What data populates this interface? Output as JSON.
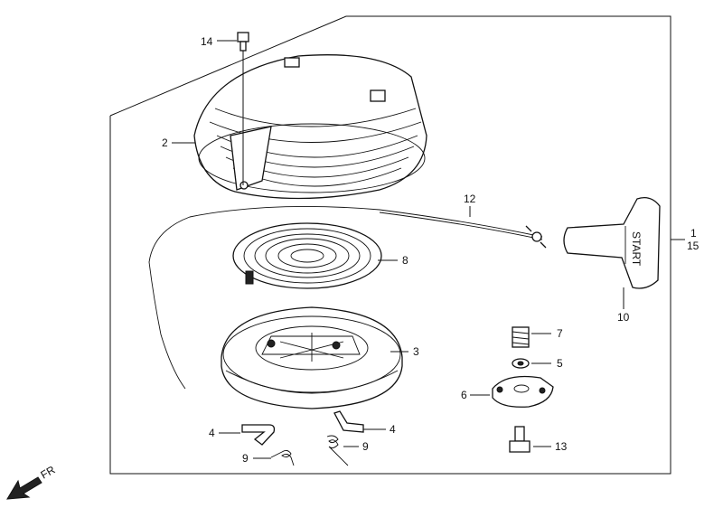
{
  "callouts": {
    "c1": "1",
    "c15": "15",
    "c2": "2",
    "c3": "3",
    "c4a": "4",
    "c4b": "4",
    "c5": "5",
    "c6": "6",
    "c7": "7",
    "c8": "8",
    "c9a": "9",
    "c9b": "9",
    "c10": "10",
    "c12": "12",
    "c13": "13",
    "c14": "14"
  },
  "handle_text": "START",
  "direction_label": "FR",
  "colors": {
    "line": "#111111",
    "background": "#ffffff"
  }
}
